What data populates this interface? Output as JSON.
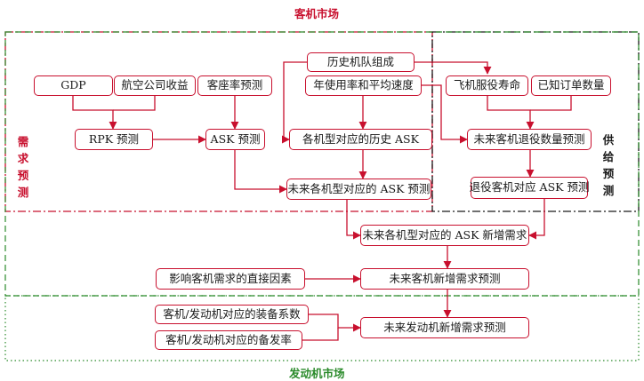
{
  "titles": {
    "top": "客机市场",
    "bottom": "发动机市场",
    "left": [
      "需",
      "求",
      "预",
      "测"
    ],
    "right": [
      "供",
      "给",
      "预",
      "测"
    ]
  },
  "colors": {
    "demand": "#c8102e",
    "supply": "#1a1a1a",
    "engine": "#2a8a2a",
    "arrow": "#c8102e",
    "box_border": "#c8102e"
  },
  "boxes": {
    "gdp": "GDP",
    "airline_revenue": "航空公司收益",
    "load_factor": "客座率预测",
    "fleet": "历史机队组成",
    "utilization": "年使用率和平均速度",
    "service_life": "飞机服役寿命",
    "known_orders": "已知订单数量",
    "rpk": "RPK 预测",
    "ask": "ASK 预测",
    "hist_ask": "各机型对应的历史 ASK",
    "retire_qty": "未来客机退役数量预测",
    "future_ask": "未来各机型对应的 ASK 预测",
    "retire_ask": "退役客机对应 ASK 预测",
    "new_ask": "未来各机型对应的 ASK 新增需求",
    "direct_factors": "影响客机需求的直接因素",
    "new_aircraft": "未来客机新增需求预测",
    "equip_coef": "客机/发动机对应的装备系数",
    "spare_rate": "客机/发动机对应的备发率",
    "new_engine": "未来发动机新增需求预测"
  }
}
